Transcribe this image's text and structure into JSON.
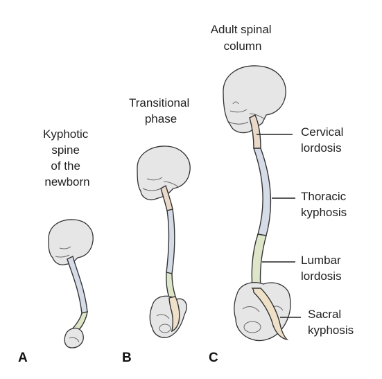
{
  "figure": {
    "panel_a": {
      "letter": "A",
      "title_lines": [
        "Kyphotic",
        "spine",
        "of the",
        "newborn"
      ]
    },
    "panel_b": {
      "letter": "B",
      "title_lines": [
        "Transitional",
        "phase"
      ]
    },
    "panel_c": {
      "letter": "C",
      "title_lines": [
        "Adult spinal",
        "column"
      ],
      "labels": [
        {
          "lines": [
            "Cervical",
            "lordosis"
          ]
        },
        {
          "lines": [
            "Thoracic",
            "kyphosis"
          ]
        },
        {
          "lines": [
            "Lumbar",
            "lordosis"
          ]
        },
        {
          "lines": [
            "Sacral",
            "kyphosis"
          ]
        }
      ]
    }
  },
  "colors": {
    "cervical": "#ead8c8",
    "thoracic": "#d6dbe8",
    "lumbar": "#dde6c9",
    "sacral": "#efe0c8",
    "bone": "#e6e6e6"
  }
}
